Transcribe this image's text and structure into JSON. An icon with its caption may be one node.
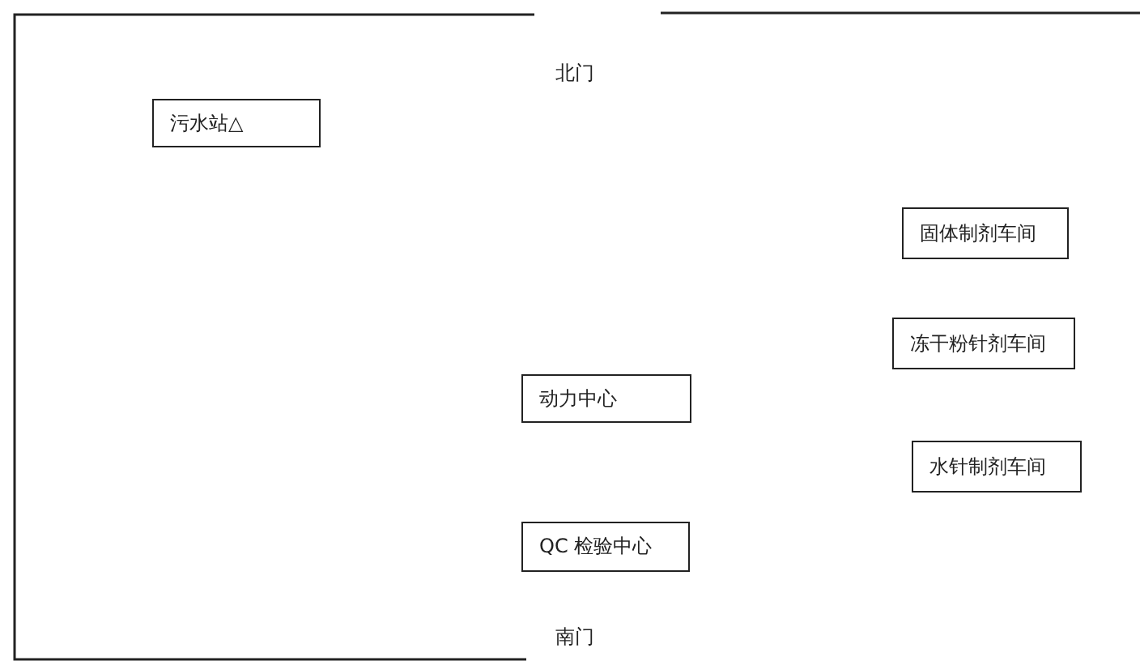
{
  "diagram": {
    "nodes": [
      {
        "text": [
          "污水站△"
        ]
      },
      {
        "text": [
          "固体制剂车间"
        ]
      },
      {
        "text": [
          "冻干粉针剂车间"
        ]
      },
      {
        "text": [
          "动力中心"
        ]
      },
      {
        "text": [
          "水针制剂车间"
        ]
      },
      {
        "text": [
          "QC 检验中心"
        ]
      }
    ],
    "labels": [
      "北门",
      "南门"
    ]
  }
}
